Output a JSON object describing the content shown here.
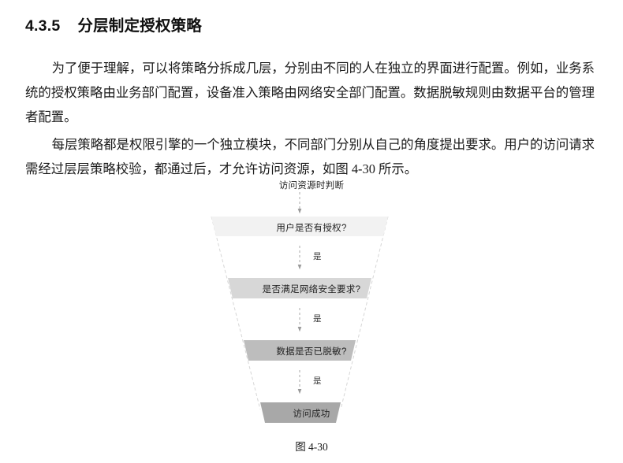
{
  "document": {
    "heading": {
      "number": "4.3.5",
      "title": "分层制定授权策略"
    },
    "paragraphs": [
      "为了便于理解，可以将策略分拆成几层，分别由不同的人在独立的界面进行配置。例如，业务系统的授权策略由业务部门配置，设备准入策略由网络安全部门配置。数据脱敏规则由数据平台的管理者配置。",
      "每层策略都是权限引擎的一个独立模块，不同部门分别从自己的角度提出要求。用户的访问请求需经过层层策略校验，都通过后，才允许访问资源，如图 4-30 所示。"
    ],
    "figure": {
      "caption": "图 4-30",
      "entry_label": "访问资源时判断",
      "connector_label": "是",
      "bands": [
        {
          "label": "用户是否有授权?",
          "fill": "#f2f2f2"
        },
        {
          "label": "是否满足网络安全要求?",
          "fill": "#d7d7d7"
        },
        {
          "label": "数据是否已脱敏?",
          "fill": "#bdbdbd"
        },
        {
          "label": "访问成功",
          "fill": "#a8a8a8"
        }
      ],
      "colors": {
        "outline": "#cfcfcf",
        "arrow": "#9a9a9a",
        "text": "#232323"
      }
    }
  }
}
